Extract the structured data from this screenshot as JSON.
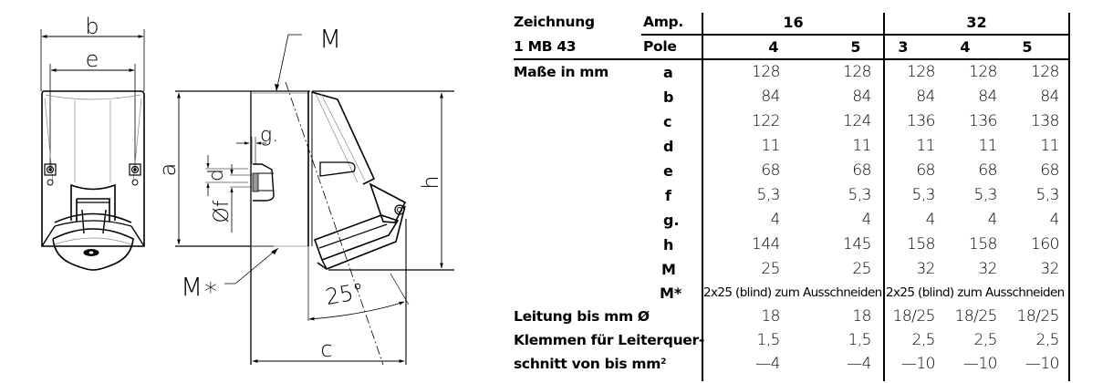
{
  "drawing": {
    "dimension_labels": {
      "b": "b",
      "e": "e",
      "a": "a",
      "d": "d",
      "f": "Øf",
      "g": "g.",
      "h": "h",
      "c": "c",
      "M": "M",
      "M_star": "M∗",
      "angle": "25°"
    }
  },
  "table": {
    "header": {
      "row1_label": "Zeichnung",
      "row1_key": "Amp.",
      "row2_label": "1 MB 43",
      "row2_key": "Pole",
      "amp_groups": [
        {
          "amp": "16",
          "poles": [
            "4",
            "5"
          ]
        },
        {
          "amp": "32",
          "poles": [
            "3",
            "4",
            "5"
          ]
        }
      ]
    },
    "section_label": "Maße in mm",
    "rows": [
      {
        "key": "a",
        "values": [
          "128",
          "128",
          "128",
          "128",
          "128"
        ]
      },
      {
        "key": "b",
        "values": [
          "84",
          "84",
          "84",
          "84",
          "84"
        ]
      },
      {
        "key": "c",
        "values": [
          "122",
          "124",
          "136",
          "136",
          "138"
        ]
      },
      {
        "key": "d",
        "values": [
          "11",
          "11",
          "11",
          "11",
          "11"
        ]
      },
      {
        "key": "e",
        "values": [
          "68",
          "68",
          "68",
          "68",
          "68"
        ]
      },
      {
        "key": "f",
        "values": [
          "5,3",
          "5,3",
          "5,3",
          "5,3",
          "5,3"
        ]
      },
      {
        "key": "g.",
        "values": [
          "4",
          "4",
          "4",
          "4",
          "4"
        ]
      },
      {
        "key": "h",
        "values": [
          "144",
          "145",
          "158",
          "158",
          "160"
        ]
      },
      {
        "key": "M",
        "values": [
          "25",
          "25",
          "32",
          "32",
          "32"
        ]
      }
    ],
    "m_star": {
      "key": "M*",
      "group16": "2x25 (blind) zum Ausschneiden",
      "group32": "2x25 (blind) zum Ausschneiden"
    },
    "leitung": {
      "label": "Leitung bis mm Ø",
      "values": [
        "18",
        "18",
        "18/25",
        "18/25",
        "18/25"
      ]
    },
    "klemmen": {
      "label1": "Klemmen für Leiterquer-",
      "label2": "schnitt von bis mm",
      "label2_sup": "2",
      "values_from": [
        "1,5",
        "1,5",
        "2,5",
        "2,5",
        "2,5"
      ],
      "values_to": [
        "—4",
        "—4",
        "—10",
        "—10",
        "—10"
      ]
    }
  }
}
